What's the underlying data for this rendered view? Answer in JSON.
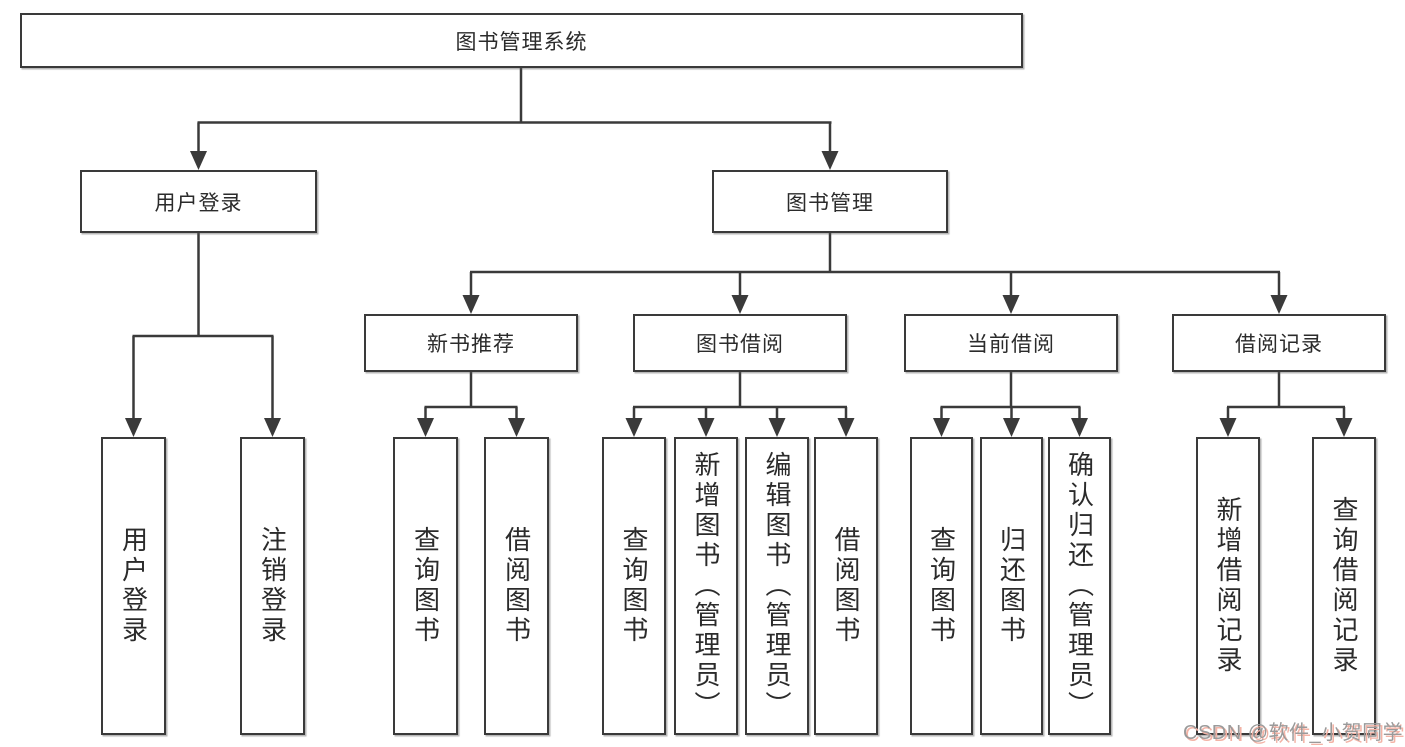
{
  "tree": {
    "root": {
      "label": "图书管理系统"
    },
    "level2": [
      {
        "label": "用户登录",
        "leaves": [
          "用户登录",
          "注销登录"
        ]
      },
      {
        "label": "图书管理",
        "groups": [
          {
            "label": "新书推荐",
            "leaves": [
              "查询图书",
              "借阅图书"
            ]
          },
          {
            "label": "图书借阅",
            "leaves": [
              "查询图书",
              "新增图书（管理员）",
              "编辑图书（管理员）",
              "借阅图书"
            ]
          },
          {
            "label": "当前借阅",
            "leaves": [
              "查询图书",
              "归还图书",
              "确认归还（管理员）"
            ]
          },
          {
            "label": "借阅记录",
            "leaves": [
              "新增借阅记录",
              "查询借阅记录"
            ]
          }
        ]
      }
    ]
  },
  "watermark": {
    "text": "CSDN @软件_小贺同学"
  },
  "colors": {
    "line": "#3a3a3a",
    "text": "#2b2b2b",
    "background": "#ffffff",
    "watermark": "#9a9a9a",
    "watermark_shadow": "#f3b3a6"
  }
}
